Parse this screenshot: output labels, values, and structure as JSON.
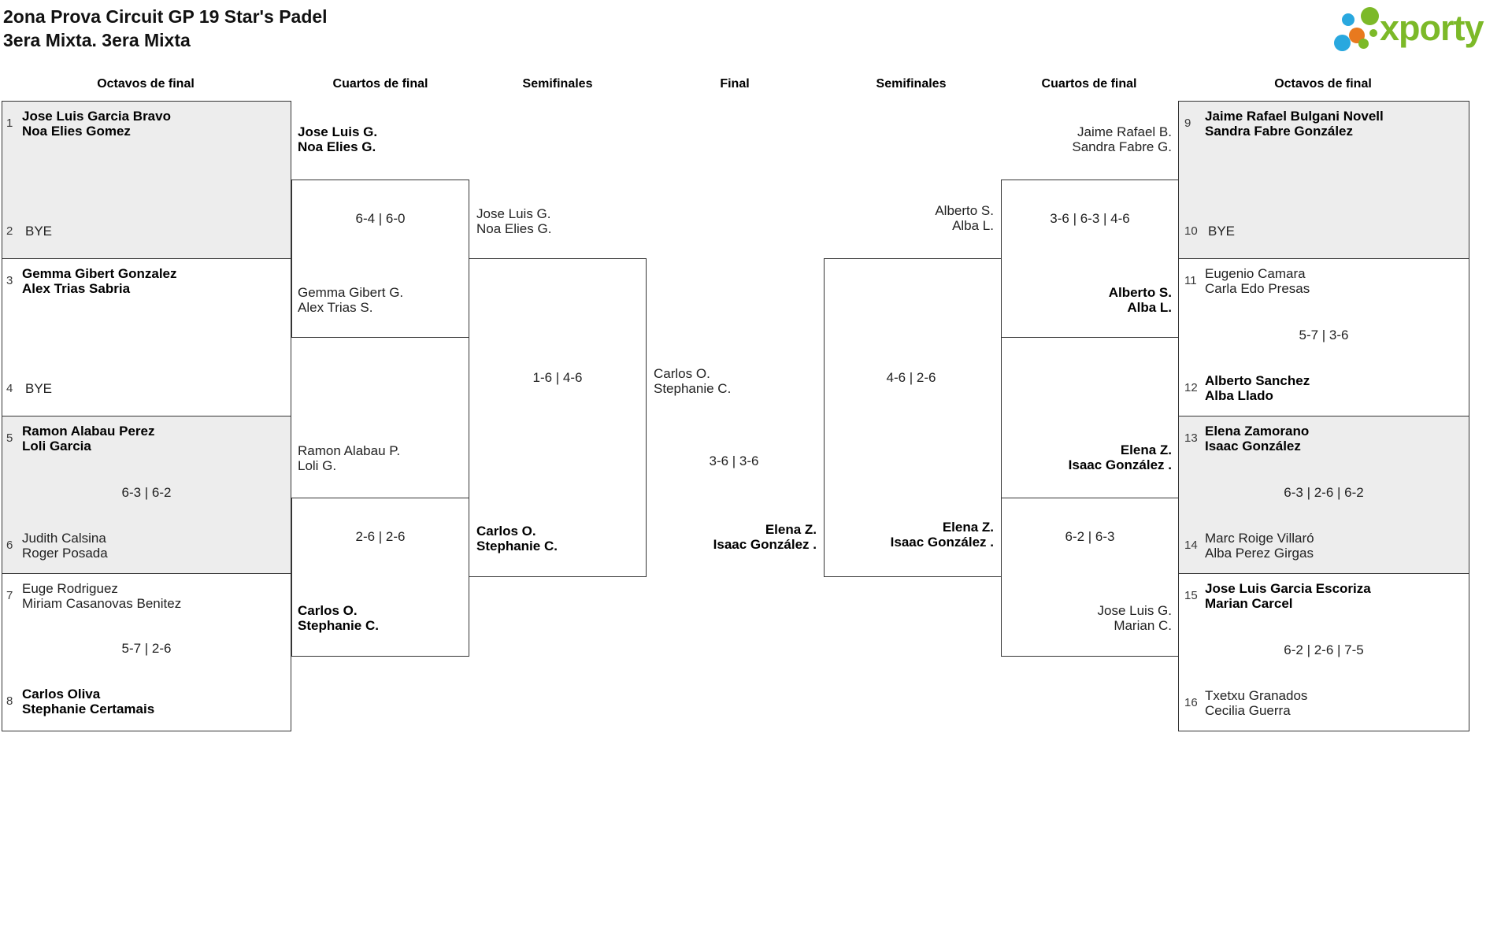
{
  "header": {
    "title_line1": "2ona Prova Circuit GP 19 Star's Padel",
    "title_line2": "3era Mixta. 3era Mixta",
    "logo_text": "xporty"
  },
  "rounds": [
    "Octavos de final",
    "Cuartos de final",
    "Semifinales",
    "Final",
    "Semifinales",
    "Cuartos de final",
    "Octavos de final"
  ],
  "octavos": {
    "m1": {
      "seed_a": "1",
      "team_a": [
        "Jose Luis Garcia Bravo",
        "Noa Elies Gomez"
      ],
      "seed_b": "2",
      "bye_b": "BYE"
    },
    "m2": {
      "seed_a": "3",
      "team_a": [
        "Gemma Gibert Gonzalez",
        "Alex Trias Sabria"
      ],
      "seed_b": "4",
      "bye_b": "BYE"
    },
    "m3": {
      "seed_a": "5",
      "team_a": [
        "Ramon Alabau Perez",
        "Loli Garcia"
      ],
      "score": "6-3 | 6-2",
      "seed_b": "6",
      "team_b": [
        "Judith Calsina",
        "Roger Posada"
      ]
    },
    "m4": {
      "seed_a": "7",
      "team_a": [
        "Euge Rodriguez",
        "Miriam Casanovas Benitez"
      ],
      "score": "5-7 | 2-6",
      "seed_b": "8",
      "team_b": [
        "Carlos Oliva",
        "Stephanie Certamais"
      ]
    },
    "m5": {
      "seed_a": "9",
      "team_a": [
        "Jaime Rafael Bulgani Novell",
        "Sandra Fabre González"
      ],
      "seed_b": "10",
      "bye_b": "BYE"
    },
    "m6": {
      "seed_a": "11",
      "team_a": [
        "Eugenio Camara",
        "Carla Edo Presas"
      ],
      "score": "5-7 | 3-6",
      "seed_b": "12",
      "team_b": [
        "Alberto Sanchez",
        "Alba Llado"
      ]
    },
    "m7": {
      "seed_a": "13",
      "team_a": [
        "Elena Zamorano",
        "Isaac González"
      ],
      "score": "6-3 | 2-6 | 6-2",
      "seed_b": "14",
      "team_b": [
        "Marc Roige Villaró",
        "Alba Perez Girgas"
      ]
    },
    "m8": {
      "seed_a": "15",
      "team_a": [
        "Jose Luis Garcia Escoriza",
        "Marian Carcel"
      ],
      "score": "6-2 | 2-6 | 7-5",
      "seed_b": "16",
      "team_b": [
        "Txetxu Granados",
        "Cecilia Guerra"
      ]
    }
  },
  "cuartos": {
    "m1": {
      "team_a": [
        "Jose Luis G.",
        "Noa Elies G."
      ],
      "score": "6-4 | 6-0",
      "team_b": [
        "Gemma Gibert G.",
        "Alex Trias S."
      ]
    },
    "m2": {
      "team_a": [
        "Ramon Alabau P.",
        "Loli G."
      ],
      "score": "2-6 | 2-6",
      "team_b": [
        "Carlos O.",
        "Stephanie C."
      ]
    },
    "m3": {
      "team_a": [
        "Jaime Rafael B.",
        "Sandra Fabre G."
      ],
      "score": "3-6 | 6-3 | 4-6",
      "team_b": [
        "Alberto S.",
        "Alba L."
      ]
    },
    "m4": {
      "team_a": [
        "Elena Z.",
        "Isaac González ."
      ],
      "score": "6-2 | 6-3",
      "team_b": [
        "Jose Luis G.",
        "Marian C."
      ]
    }
  },
  "semis": {
    "m1": {
      "team_a": [
        "Jose Luis G.",
        "Noa Elies G."
      ],
      "score": "1-6 | 4-6",
      "team_b": [
        "Carlos O.",
        "Stephanie C."
      ]
    },
    "m2": {
      "team_a": [
        "Alberto S.",
        "Alba L."
      ],
      "score": "4-6 | 2-6",
      "team_b": [
        "Elena Z.",
        "Isaac González ."
      ]
    }
  },
  "final": {
    "team_a": [
      "Carlos O.",
      "Stephanie C."
    ],
    "score": "3-6 | 3-6",
    "team_b": [
      "Elena Z.",
      "Isaac González ."
    ]
  },
  "colors": {
    "box_grey": "#ededed",
    "border": "#343434",
    "logo_green": "#7cb928",
    "logo_blue": "#29a8df",
    "logo_orange": "#e8791e"
  }
}
